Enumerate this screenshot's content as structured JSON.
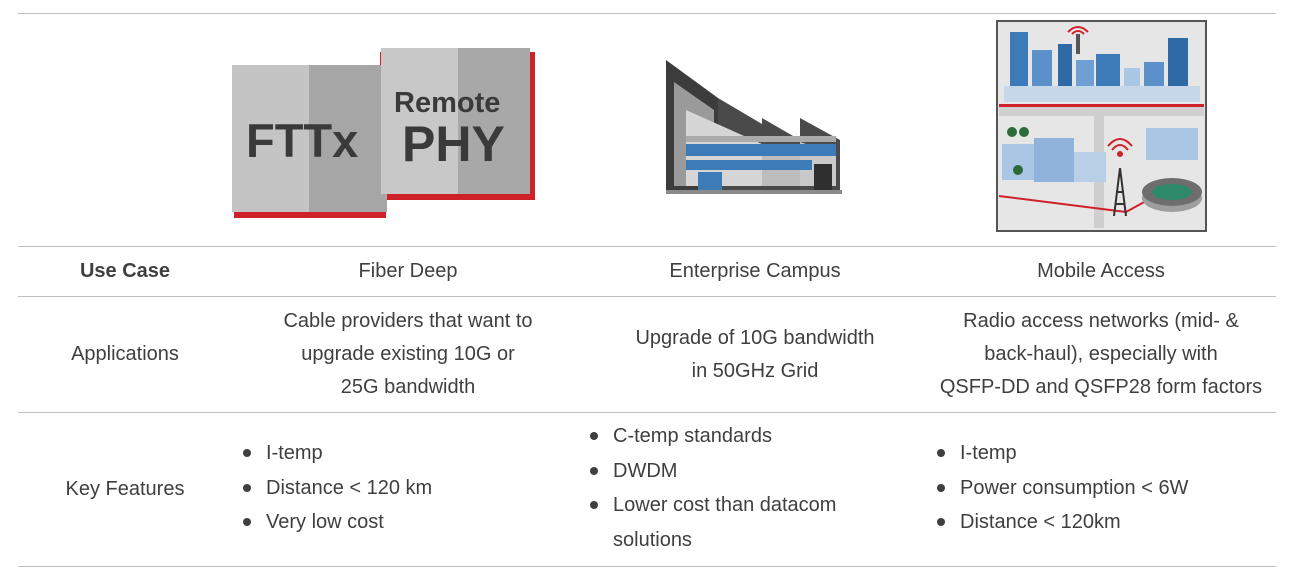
{
  "header": {
    "use_case_label": "Use Case",
    "col1": "Fiber Deep",
    "col2": "Enterprise Campus",
    "col3": "Mobile Access"
  },
  "logo": {
    "fttx": "FTTx",
    "remote": "Remote",
    "phy": "PHY"
  },
  "applications": {
    "label": "Applications",
    "col1": "Cable providers that want to\nupgrade existing 10G or\n25G bandwidth",
    "col2": "Upgrade of 10G bandwidth\nin 50GHz Grid",
    "col3": "Radio access networks (mid- &\nback-haul), especially with\nQSFP-DD and QSFP28 form factors"
  },
  "key_features": {
    "label": "Key Features",
    "col1": [
      "I-temp",
      "Distance < 120 km",
      "Very low cost"
    ],
    "col2": [
      "C-temp standards",
      "DWDM",
      "Lower cost than datacom solutions"
    ],
    "col3": [
      "I-temp",
      "Power consumption < 6W",
      "Distance < 120km"
    ]
  },
  "colors": {
    "accent_red": "#d0212a",
    "text": "#3f3f3f",
    "rule": "#bfbfbf",
    "building_blue": "#3d7ab8"
  }
}
